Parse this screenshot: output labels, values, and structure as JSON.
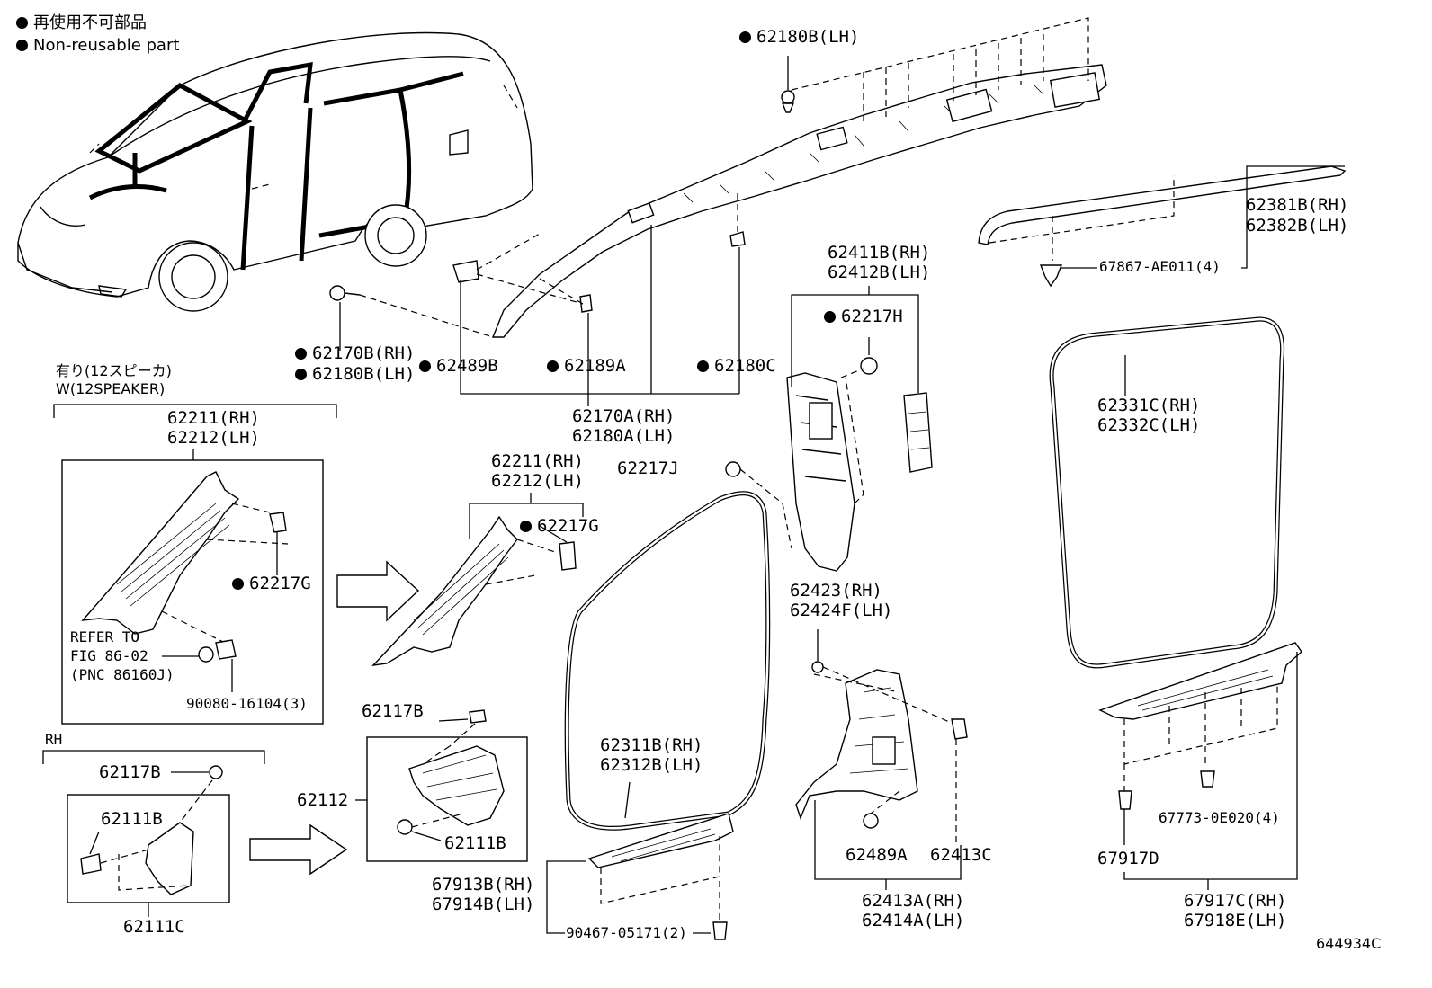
{
  "legend": {
    "jp": "再使用不可部品",
    "en": "Non-reusable part"
  },
  "section_12speaker": {
    "jp": "有り(12スピーカ)",
    "en": "W(12SPEAKER)"
  },
  "rh_label": "RH",
  "refer": {
    "line1": "REFER TO",
    "line2": "FIG 86-02",
    "line3": "(PNC 86160J)"
  },
  "labels": {
    "p62180B_top": "62180B(LH)",
    "p62381B": "62381B(RH)",
    "p62382B": "62382B(LH)",
    "p67867": "67867-AE011(4)",
    "p62411B": "62411B(RH)",
    "p62412B": "62412B(LH)",
    "p62217H": "62217H",
    "p62170B": "62170B(RH)",
    "p62180B_mid": "62180B(LH)",
    "p62489B": "62489B",
    "p62189A": "62189A",
    "p62180C": "62180C",
    "p62170A": "62170A(RH)",
    "p62180A": "62180A(LH)",
    "p62331C": "62331C(RH)",
    "p62332C": "62332C(LH)",
    "p62211_l": "62211(RH)",
    "p62212_l": "62212(LH)",
    "p62217G_l": "62217G",
    "p90080": "90080-16104(3)",
    "p62211_m": "62211(RH)",
    "p62212_m": "62212(LH)",
    "p62217G_m": "62217G",
    "p62217J": "62217J",
    "p62423": "62423(RH)",
    "p62424F": "62424F(LH)",
    "p62117B_m": "62117B",
    "p62112": "62112",
    "p62111B_m": "62111B",
    "p62117B_l": "62117B",
    "p62111B_l": "62111B",
    "p62111C": "62111C",
    "p62311B": "62311B(RH)",
    "p62312B": "62312B(LH)",
    "p67913B": "67913B(RH)",
    "p67914B": "67914B(LH)",
    "p90467": "90467-05171(2)",
    "p62489A": "62489A",
    "p62413C": "62413C",
    "p62413A": "62413A(RH)",
    "p62414A": "62414A(LH)",
    "p67773": "67773-0E020(4)",
    "p67917D": "67917D",
    "p67917C": "67917C(RH)",
    "p67918E": "67918E(LH)"
  },
  "figure_id": "644934C"
}
